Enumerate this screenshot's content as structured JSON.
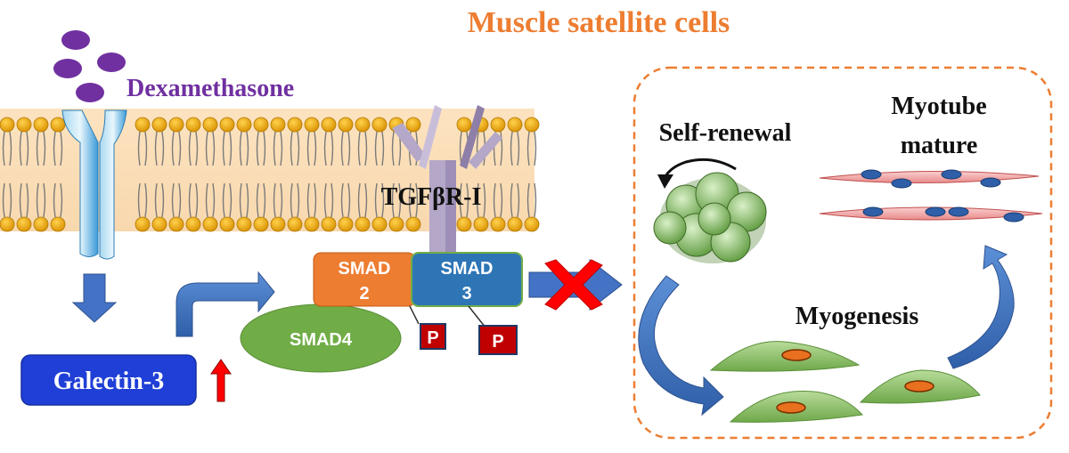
{
  "title": "Muscle satellite cells",
  "drug_label": "Dexamethasone",
  "receptor_label": "TGFβR-I",
  "galectin_label": "Galectin-3",
  "smad2_line1": "SMAD",
  "smad2_line2": "2",
  "smad3_line1": "SMAD",
  "smad3_line2": "3",
  "smad4_label": "SMAD4",
  "phospho_label_1": "P",
  "phospho_label_2": "P",
  "self_renewal_label": "Self-renewal",
  "myotube_line1": "Myotube",
  "myotube_line2": "mature",
  "myogenesis_label": "Myogenesis",
  "colors": {
    "title": "#ED7D31",
    "drug": "#7030A0",
    "galectin_fill": "#1F3FD6",
    "smad2": "#ED7D31",
    "smad3": "#2E75B6",
    "smad4": "#70AD47",
    "phospho": "#C00000",
    "arrow_blue": "#4472C4",
    "inhibit_x": "#FF0000",
    "up_arrow": "#FF0000",
    "membrane_head": "#E8A317",
    "receptor": "#B4A7C8",
    "box_border": "#ED7D31"
  }
}
